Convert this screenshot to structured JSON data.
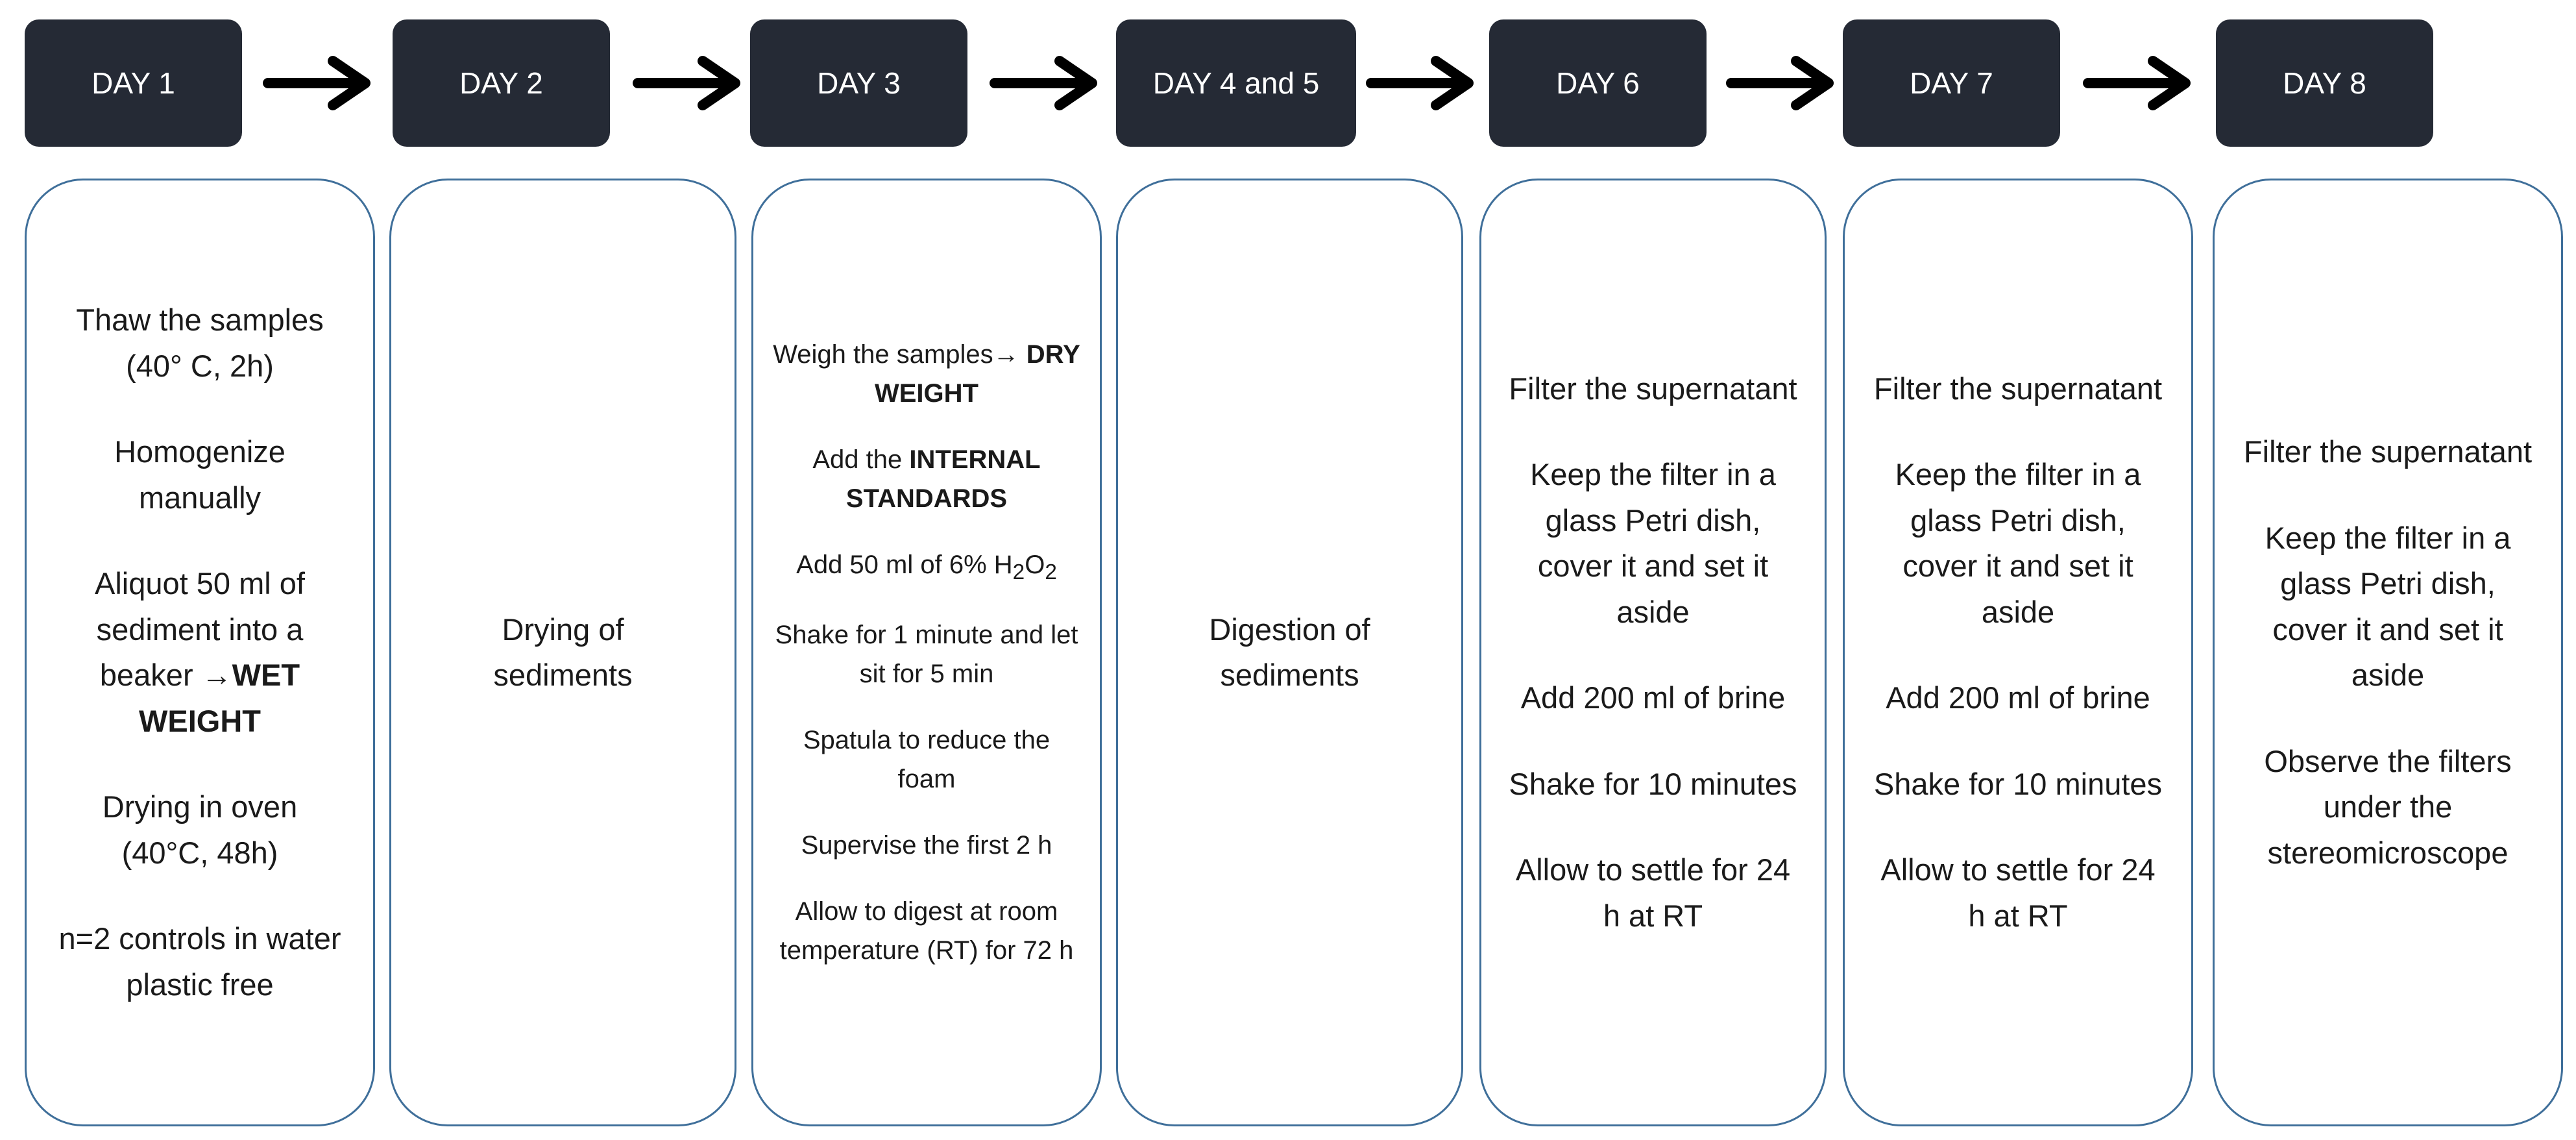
{
  "days": [
    {
      "title": "DAY 1",
      "steps": [
        [
          {
            "t": "Thaw the samples (40° C, 2h)"
          }
        ],
        [
          {
            "t": "Homogenize manually"
          }
        ],
        [
          {
            "t": "Aliquot 50 ml of sediment into a beaker →"
          },
          {
            "t": "WET WEIGHT",
            "b": true
          }
        ],
        [
          {
            "t": "Drying in oven (40°C, 48h)"
          }
        ],
        [
          {
            "t": "n=2 controls in water plastic free"
          }
        ]
      ]
    },
    {
      "title": "DAY 2",
      "steps": [
        [
          {
            "t": "Drying of sediments"
          }
        ]
      ]
    },
    {
      "title": "DAY 3",
      "steps": [
        [
          {
            "t": "Weigh the samples→ "
          },
          {
            "t": "DRY WEIGHT",
            "b": true
          }
        ],
        [
          {
            "t": "Add the "
          },
          {
            "t": "INTERNAL STANDARDS",
            "b": true
          }
        ],
        [
          {
            "t": "Add 50 ml of 6% "
          },
          {
            "t": "H"
          },
          {
            "t": "2",
            "sub": true
          },
          {
            "t": "O"
          },
          {
            "t": "2",
            "sub": true
          }
        ],
        [
          {
            "t": "Shake for 1 minute and  let sit for 5 min"
          }
        ],
        [
          {
            "t": "Spatula to reduce the foam"
          }
        ],
        [
          {
            "t": "Supervise the first 2 h"
          }
        ],
        [
          {
            "t": "Allow to digest at room temperature (RT) for 72 h"
          }
        ]
      ]
    },
    {
      "title": "DAY 4 and 5",
      "steps": [
        [
          {
            "t": "Digestion of sediments"
          }
        ]
      ]
    },
    {
      "title": "DAY 6",
      "steps": [
        [
          {
            "t": "Filter the supernatant"
          }
        ],
        [
          {
            "t": "Keep the filter in a glass Petri dish, cover it and set it aside"
          }
        ],
        [
          {
            "t": "Add 200 ml of brine"
          }
        ],
        [
          {
            "t": "Shake for 10 minutes"
          }
        ],
        [
          {
            "t": "Allow to settle for 24 h at RT"
          }
        ]
      ]
    },
    {
      "title": "DAY 7",
      "steps": [
        [
          {
            "t": "Filter the supernatant"
          }
        ],
        [
          {
            "t": "Keep the filter in a glass Petri dish, cover it and set it aside"
          }
        ],
        [
          {
            "t": "Add 200 ml of brine"
          }
        ],
        [
          {
            "t": "Shake for 10 minutes"
          }
        ],
        [
          {
            "t": "Allow to settle for 24 h at RT"
          }
        ]
      ]
    },
    {
      "title": "DAY 8",
      "steps": [
        [
          {
            "t": "Filter the supernatant"
          }
        ],
        [
          {
            "t": "Keep the filter in a glass Petri dish, cover it and set it aside"
          }
        ],
        [
          {
            "t": "Observe the filters under the stereomicroscope"
          }
        ]
      ]
    }
  ],
  "colors": {
    "header_bg": "#252a35",
    "header_text": "#ffffff",
    "box_border": "#3f6f9a",
    "arrow": "#000000"
  }
}
